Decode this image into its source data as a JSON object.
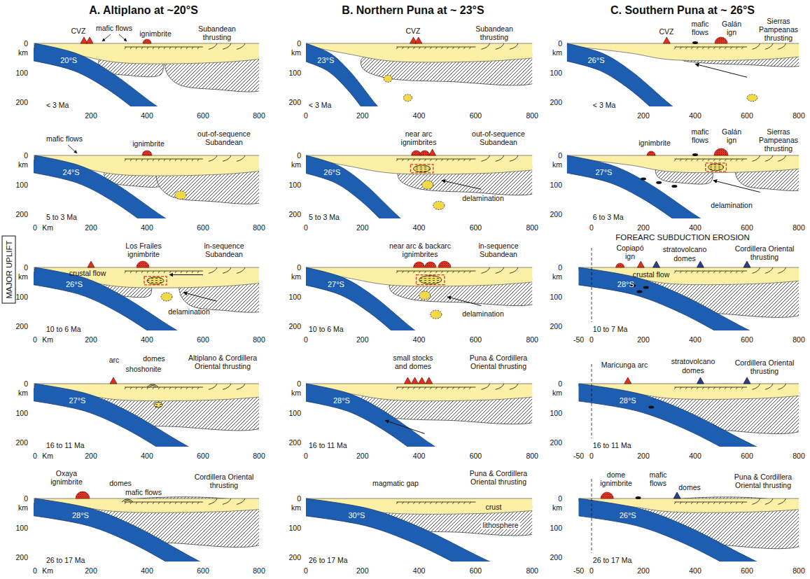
{
  "diagram": {
    "nodes": [
      {
        "text": [
          "MAJOR UPLIFT"
        ]
      }
    ],
    "labels": [
      "A. Altiplano at ~20°S",
      "B. Northern Puna at ~ 23°S",
      "C. Southern Puna at ~ 26°S",
      "FOREARC SUBDUCTION EROSION",
      "CVZ",
      "mafic flows",
      "ignimbrite",
      "Subandean thrusting",
      "0",
      "km",
      "100",
      "200",
      "20°S",
      "< 3 Ma",
      "200",
      "400",
      "600",
      "800",
      "mafic flows",
      "ignimbrite",
      "out-of-sequence Subandean",
      "0",
      "km",
      "100",
      "200",
      "24°S",
      "5 to 3 Ma",
      "0",
      "Km",
      "200",
      "400",
      "600",
      "800",
      "Los Frailes ignimbrite",
      "in-sequence Subandean",
      "crustal flow",
      "delamination",
      "0",
      "km",
      "100",
      "200",
      "26°S",
      "10 to 6 Ma",
      "0",
      "Km",
      "200",
      "400",
      "600",
      "800",
      "arc",
      "domes",
      "shoshonite",
      "Altiplano & Cordillera Oriental thrusting",
      "0",
      "km",
      "100",
      "200",
      "27°S",
      "16 to 11 Ma",
      "0",
      "Km",
      "200",
      "400",
      "600",
      "800",
      "Oxaya ignimbrite",
      "domes",
      "mafic flows",
      "Cordillera Oriental thrusting",
      "0",
      "km",
      "100",
      "200",
      "28°S",
      "26 to 17 Ma",
      "0",
      "Km",
      "200",
      "400",
      "600",
      "800",
      "CVZ",
      "Subandean thrusting",
      "0",
      "km",
      "100",
      "200",
      "23°S",
      "< 3 Ma",
      "0",
      "200",
      "400",
      "600",
      "800",
      "near arc ignimbrites",
      "out-of-sequence Subandean",
      "delamination",
      "0",
      "km",
      "100",
      "200",
      "26°S",
      "5 to 3 Ma",
      "0",
      "200",
      "400",
      "600",
      "800",
      "near arc & backarc ignimbrites",
      "in-sequence Subandean",
      "delamination",
      "0",
      "km",
      "100",
      "200",
      "27°S",
      "10 to 6 Ma",
      "0",
      "200",
      "400",
      "600",
      "800",
      "small stocks and domes",
      "Puna & Cordillera Oriental thrusting",
      "0",
      "km",
      "100",
      "200",
      "28°S",
      "16 to 11 Ma",
      "0",
      "200",
      "400",
      "600",
      "800",
      "magmatic gap",
      "Puna & Cordillera Oriental thrusting",
      "crust",
      "lithosphere",
      "0",
      "km",
      "100",
      "200",
      "30°S",
      "26 to 17 Ma",
      "0",
      "200",
      "400",
      "600",
      "800",
      "CVZ",
      "mafic flows",
      "Galán ign",
      "Sierras Pampeanas thrusting",
      "0",
      "km",
      "100",
      "200",
      "26°S",
      "< 3 Ma",
      "200",
      "400",
      "600",
      "800",
      "ignimbrite",
      "mafic flows",
      "Galán ign",
      "Sierras Pampeanas thrusting",
      "delamination",
      "0",
      "km",
      "100",
      "200",
      "27°S",
      "6 to 3 Ma",
      "0",
      "200",
      "400",
      "600",
      "800",
      "Copiapó ign",
      "stratovolcano",
      "domes",
      "Cordillera Oriental thrusting",
      "crustal flow",
      "0",
      "km",
      "100",
      "200",
      "28°S",
      "10 to 7 Ma",
      "-50",
      "0",
      "200",
      "400",
      "600",
      "800",
      "Maricunga arc",
      "stratovolcano",
      "domes",
      "Cordillera Oriental thrusting",
      "0",
      "km",
      "100",
      "200",
      "28°S",
      "16 to 11 Ma",
      "-50",
      "0",
      "200",
      "400",
      "600",
      "800",
      "dome ignimbrite",
      "mafic flows",
      "domes",
      "Puna & Cordillera Oriental thrusting",
      "0",
      "km",
      "100",
      "200",
      "26°S",
      "26 to 17 Ma",
      "-50",
      "0",
      "200",
      "400",
      "600",
      "800"
    ]
  }
}
